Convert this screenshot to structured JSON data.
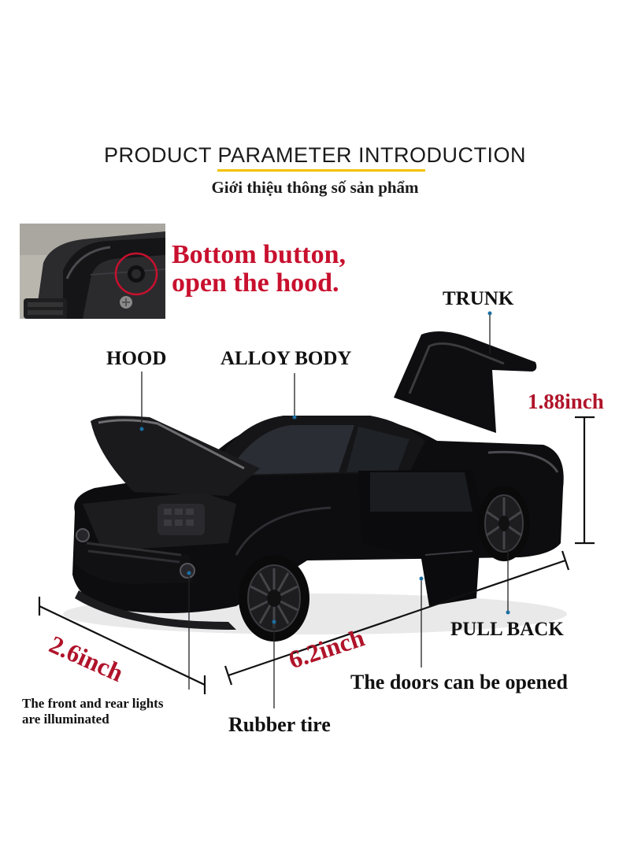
{
  "header": {
    "title": "PRODUCT PARAMETER INTRODUCTION",
    "subtitle": "Giới thiệu thông số sản phẩm"
  },
  "callout": {
    "line1": "Bottom button,",
    "line2": "open the hood."
  },
  "labels": {
    "trunk": "TRUNK",
    "hood": "HOOD",
    "alloy_body": "ALLOY BODY",
    "pull_back": "PULL BACK",
    "doors": "The doors can be opened",
    "rubber_tire": "Rubber tire",
    "lights_line1": "The front and rear lights",
    "lights_line2": "are illuminated"
  },
  "dimensions": {
    "height": "1.88inch",
    "length": "6.2inch",
    "width": "2.6inch"
  },
  "colors": {
    "accent_red": "#c8102e",
    "dimension_red": "#b0142a",
    "underline_yellow": "#f2c200",
    "car_body": "#0d0d0f"
  }
}
